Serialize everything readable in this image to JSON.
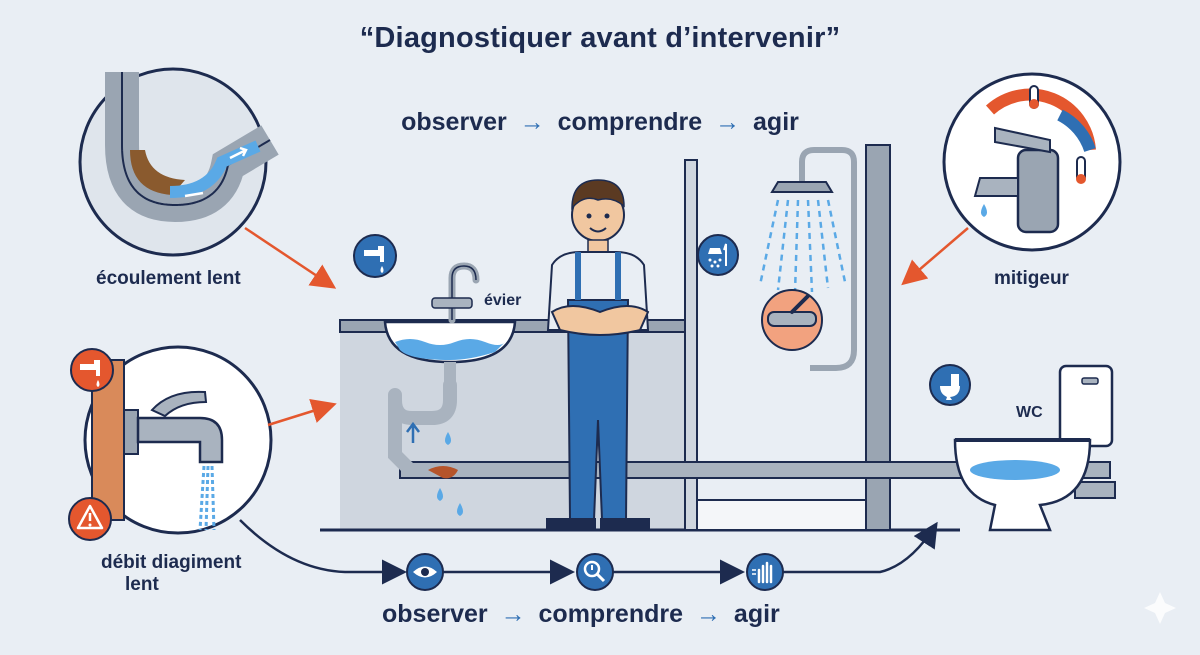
{
  "title": "“Diagnostiquer avant d’intervenir”",
  "flow_top": {
    "step1": "observer",
    "step2": "comprendre",
    "step3": "agir",
    "arrow": "→"
  },
  "flow_bottom": {
    "step1": "observer",
    "step2": "comprendre",
    "step3": "agir",
    "arrow": "→"
  },
  "callouts": {
    "slow_drain": "écoulement lent",
    "mixer": "mitigeur",
    "low_flow_line1": "débit diagiment",
    "low_flow_line2": "lent"
  },
  "fixtures": {
    "sink": "évier",
    "toilet": "WC"
  },
  "icons": {
    "tap": "tap-icon",
    "shower": "shower-icon",
    "toilet": "toilet-icon",
    "warning": "warning-icon",
    "eye": "eye-icon",
    "magnifier": "magnifier-icon",
    "hand": "hand-icon"
  },
  "colors": {
    "navy": "#1d2b4f",
    "blue": "#2f6fb3",
    "orange": "#e4572e",
    "water": "#5aa9e6",
    "background": "#e9eef4"
  }
}
